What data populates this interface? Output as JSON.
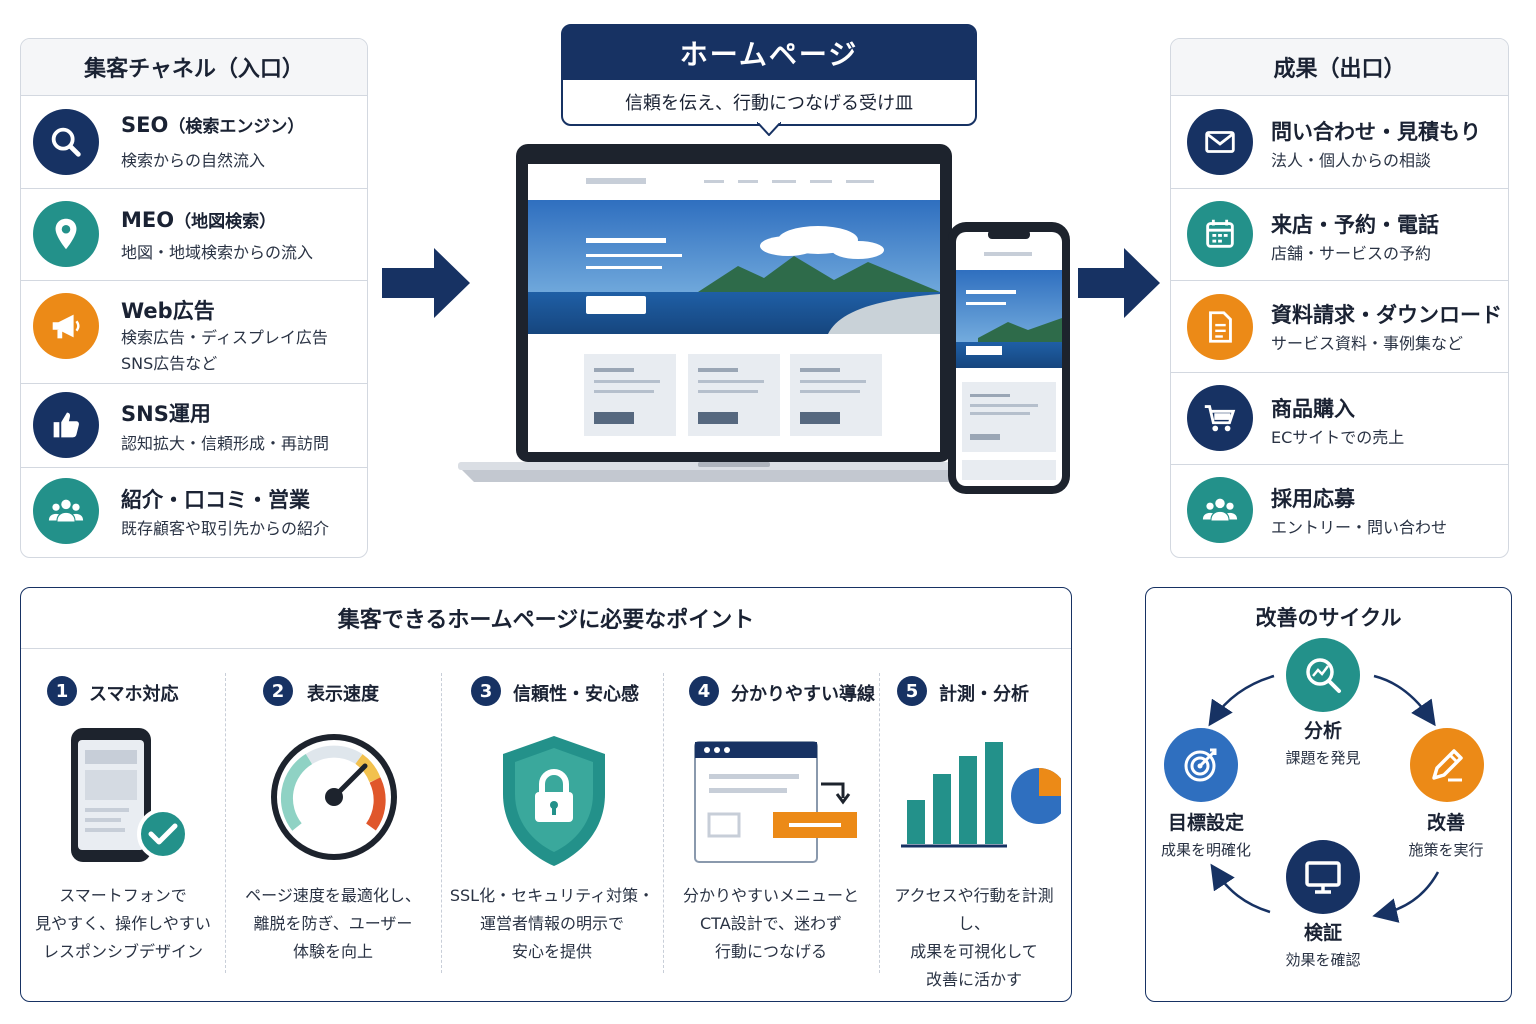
{
  "left_panel": {
    "title": "集客チャネル（入口）",
    "items": [
      {
        "title": "SEO",
        "sub": "（検索エンジン）",
        "desc": [
          "検索からの自然流入"
        ],
        "icon": "search-icon"
      },
      {
        "title": "MEO",
        "sub": "（地図検索）",
        "desc": [
          "地図・地域検索からの流入"
        ],
        "icon": "map-pin-icon"
      },
      {
        "title": "Web広告",
        "sub": "",
        "desc": [
          "検索広告・ディスプレイ広告",
          "SNS広告など"
        ],
        "icon": "megaphone-icon"
      },
      {
        "title": "SNS運用",
        "sub": "",
        "desc": [
          "認知拡大・信頼形成・再訪問"
        ],
        "icon": "thumbs-up-icon"
      },
      {
        "title": "紹介・口コミ・営業",
        "sub": "",
        "desc": [
          "既存顧客や取引先からの紹介"
        ],
        "icon": "people-icon"
      }
    ]
  },
  "homepage": {
    "title": "ホームページ",
    "subtitle": "信頼を伝え、行動につなげる受け皿"
  },
  "right_panel": {
    "title": "成果（出口）",
    "items": [
      {
        "title": "問い合わせ・見積もり",
        "desc": "法人・個人からの相談",
        "icon": "mail-icon"
      },
      {
        "title": "来店・予約・電話",
        "desc": "店舗・サービスの予約",
        "icon": "calendar-icon"
      },
      {
        "title": "資料請求・ダウンロード",
        "desc": "サービス資料・事例集など",
        "icon": "document-icon"
      },
      {
        "title": "商品購入",
        "desc": "ECサイトでの売上",
        "icon": "cart-icon"
      },
      {
        "title": "採用応募",
        "desc": "エントリー・問い合わせ",
        "icon": "people-icon"
      }
    ]
  },
  "points": {
    "title": "集客できるホームページに必要なポイント",
    "items": [
      {
        "num": "1",
        "label": "スマホ対応",
        "desc": [
          "スマートフォンで",
          "見やすく、操作しやすい",
          "レスポンシブデザイン"
        ]
      },
      {
        "num": "2",
        "label": "表示速度",
        "desc": [
          "ページ速度を最適化し、",
          "離脱を防ぎ、ユーザー",
          "体験を向上"
        ]
      },
      {
        "num": "3",
        "label": "信頼性・安心感",
        "desc": [
          "SSL化・セキュリティ対策・",
          "運営者情報の明示で",
          "安心を提供"
        ]
      },
      {
        "num": "4",
        "label": "分かりやすい導線",
        "desc": [
          "分かりやすいメニューと",
          "CTA設計で、迷わず",
          "行動につなげる"
        ]
      },
      {
        "num": "5",
        "label": "計測・分析",
        "desc": [
          "アクセスや行動を計測し、",
          "成果を可視化して",
          "改善に活かす"
        ]
      }
    ]
  },
  "cycle": {
    "title": "改善のサイクル",
    "nodes": [
      {
        "title": "分析",
        "desc": "課題を発見"
      },
      {
        "title": "改善",
        "desc": "施策を実行"
      },
      {
        "title": "検証",
        "desc": "効果を確認"
      },
      {
        "title": "目標設定",
        "desc": "成果を明確化"
      }
    ]
  },
  "colors": {
    "navy": "#173263",
    "teal": "#23918a",
    "orange": "#ec8a17",
    "blue": "#2f6fbf"
  }
}
